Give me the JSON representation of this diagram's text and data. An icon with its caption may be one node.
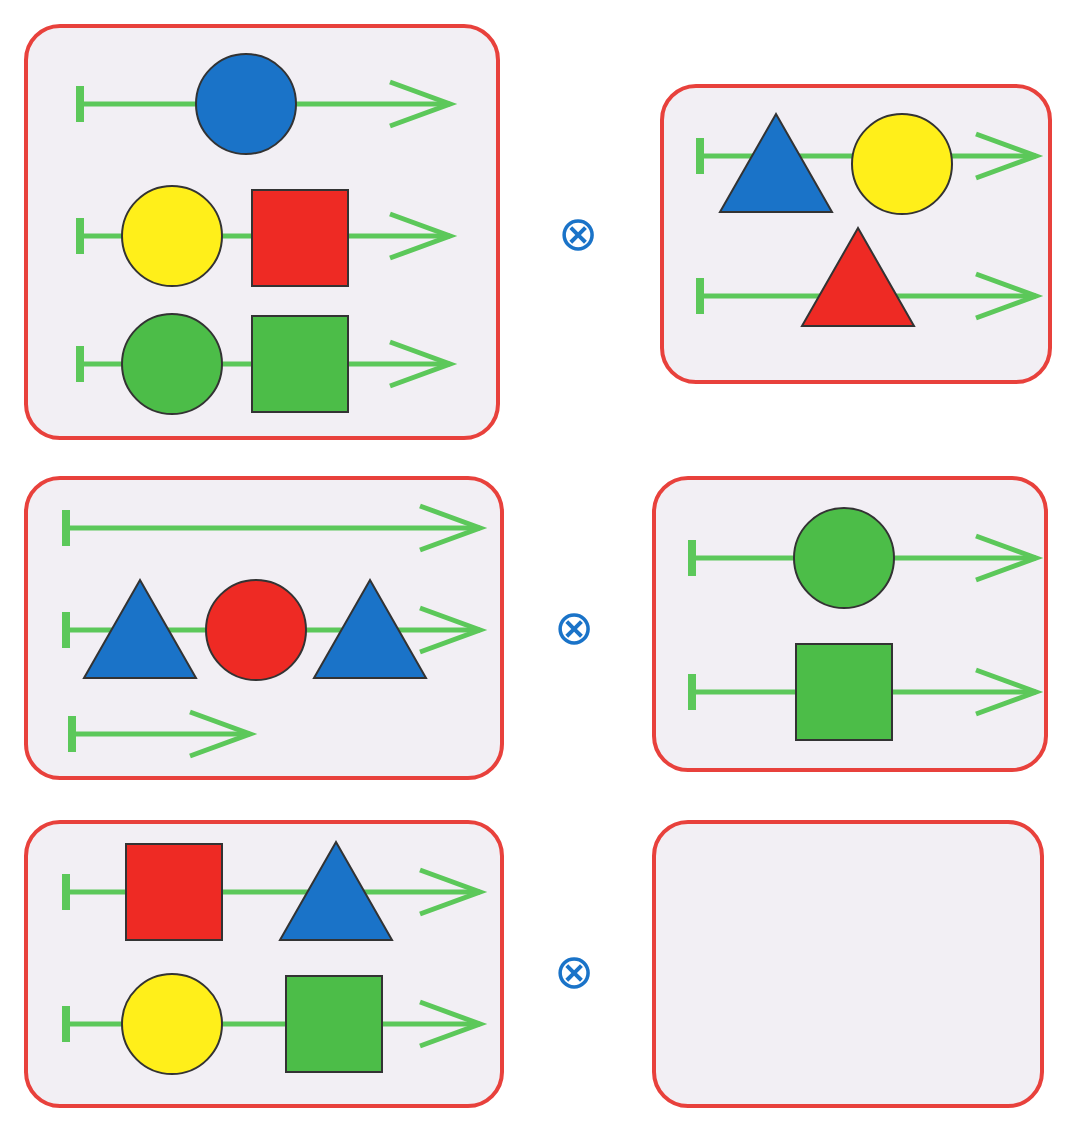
{
  "diagram": {
    "nodes": [
      {
        "text": [],
        "shape": "box"
      },
      {
        "text": [],
        "shape": "box"
      },
      {
        "text": [],
        "shape": "box"
      },
      {
        "text": [],
        "shape": "box"
      },
      {
        "text": [],
        "shape": "box"
      },
      {
        "text": [],
        "shape": "box"
      }
    ],
    "labels": [
      "⊗",
      "⊗",
      "⊗"
    ]
  }
}
